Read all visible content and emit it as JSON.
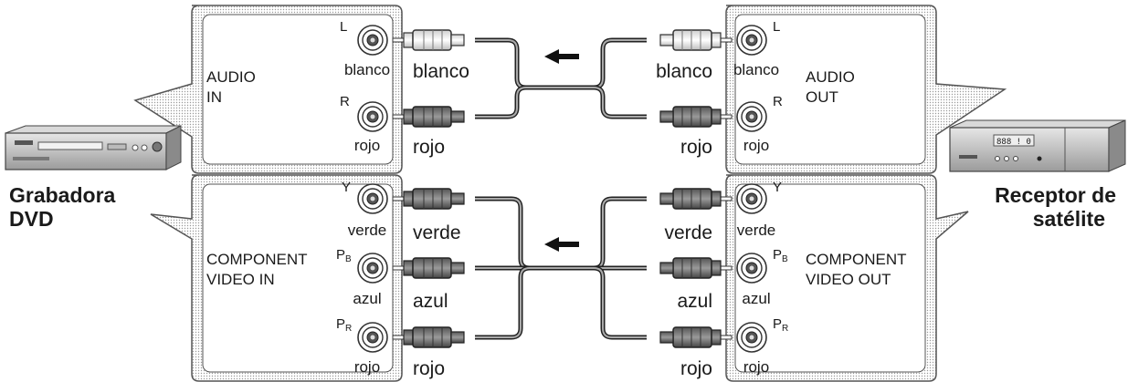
{
  "devices": {
    "left_name_line1": "Grabadora",
    "left_name_line2": "DVD",
    "right_name_line1": "Receptor de",
    "right_name_line2": "satélite"
  },
  "audio_in_panel": {
    "line1": "AUDIO",
    "line2": "IN"
  },
  "audio_out_panel": {
    "line1": "AUDIO",
    "line2": "OUT"
  },
  "video_in_panel": {
    "line1": "COMPONENT",
    "line2": "VIDEO IN"
  },
  "video_out_panel": {
    "line1": "COMPONENT",
    "line2": "VIDEO OUT"
  },
  "jacks": {
    "L": "L",
    "R": "R",
    "Y": "Y",
    "PB_main": "P",
    "PB_sub": "B",
    "PR_main": "P",
    "PR_sub": "R"
  },
  "colors_text": {
    "white": "blanco",
    "red": "rojo",
    "green": "verde",
    "blue": "azul"
  },
  "receiver_display": "888 ! 0"
}
